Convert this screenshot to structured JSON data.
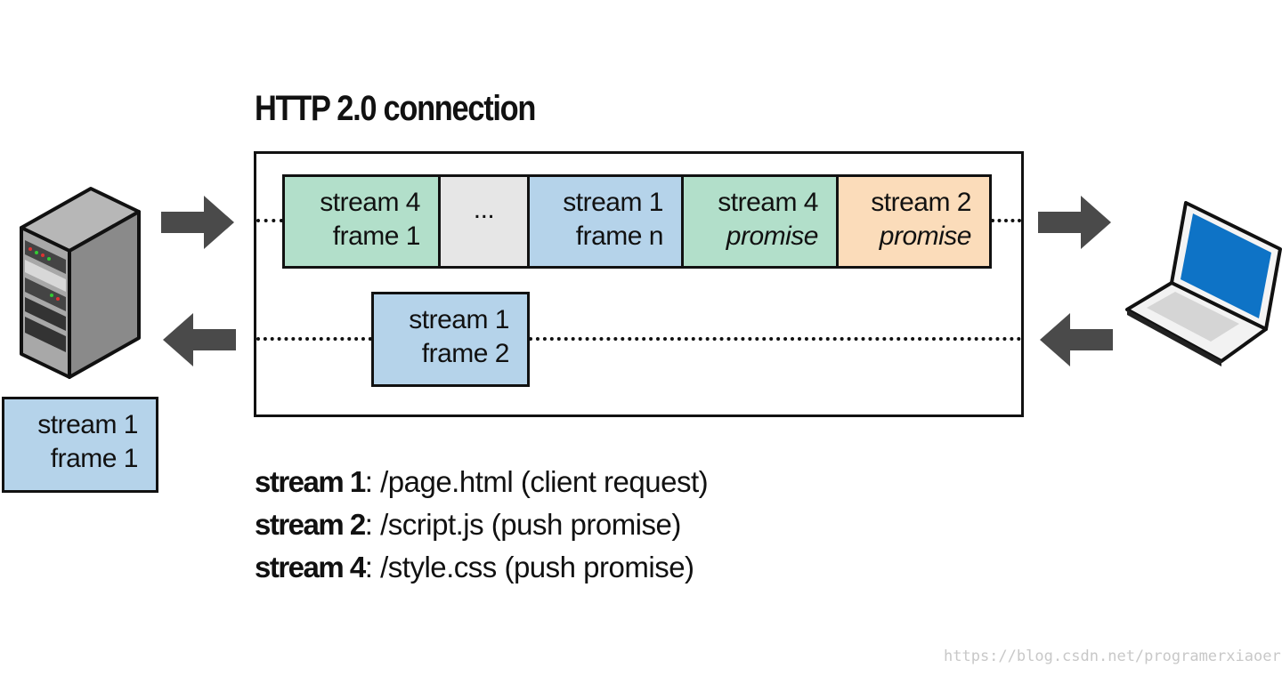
{
  "title": "HTTP 2.0 connection",
  "top_lane": [
    {
      "line1": "stream 4",
      "line2": "frame 1"
    },
    {
      "line1": "..."
    },
    {
      "line1": "stream 1",
      "line2": "frame n"
    },
    {
      "line1": "stream 4",
      "line2": "promise"
    },
    {
      "line1": "stream 2",
      "line2": "promise"
    }
  ],
  "bottom_lane": {
    "line1": "stream 1",
    "line2": "frame 2"
  },
  "server_frame": {
    "line1": "stream 1",
    "line2": "frame 1"
  },
  "legend": [
    {
      "stream": "stream 1",
      "rest": ": /page.html  (client request)"
    },
    {
      "stream": "stream 2",
      "rest": ": /script.js  (push promise)"
    },
    {
      "stream": "stream 4",
      "rest": ": /style.css  (push promise)"
    }
  ],
  "watermark": "https://blog.csdn.net/programerxiaoer",
  "colors": {
    "stream4": "#b2dfca",
    "stream1": "#b5d3ea",
    "stream2": "#fbdcba",
    "ellipsis": "#e6e6e6",
    "arrow": "#4a4a4a",
    "screen": "#0e73c6"
  },
  "icons": [
    "server-icon",
    "laptop-icon",
    "arrow-right-icon",
    "arrow-left-icon"
  ]
}
